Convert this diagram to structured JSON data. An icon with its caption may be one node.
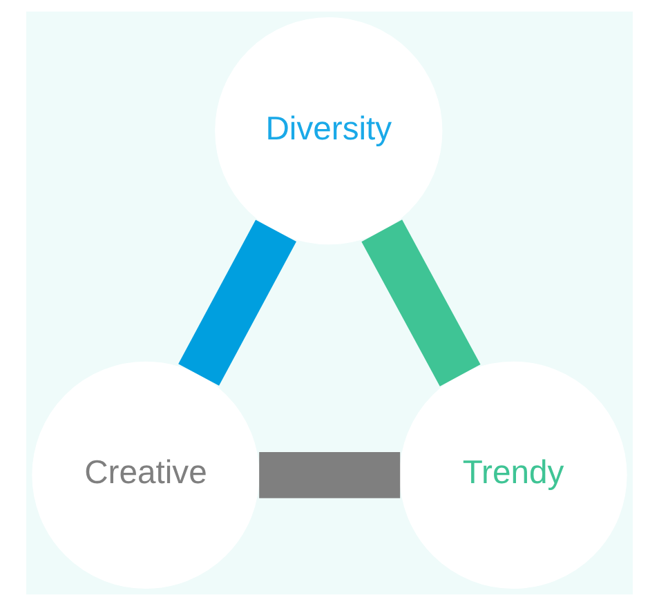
{
  "diagram": {
    "nodes": [
      {
        "text": [
          "Diversity"
        ]
      },
      {
        "text": [
          "Creative"
        ]
      },
      {
        "text": [
          "Trendy"
        ]
      }
    ],
    "edges": [
      {
        "from": 0,
        "to": 1,
        "arrow": "none",
        "color": "#009fdf"
      },
      {
        "from": 0,
        "to": 2,
        "arrow": "none",
        "color": "#3fc495"
      },
      {
        "from": 1,
        "to": 2,
        "arrow": "none",
        "color": "#7f7f7f"
      }
    ]
  }
}
